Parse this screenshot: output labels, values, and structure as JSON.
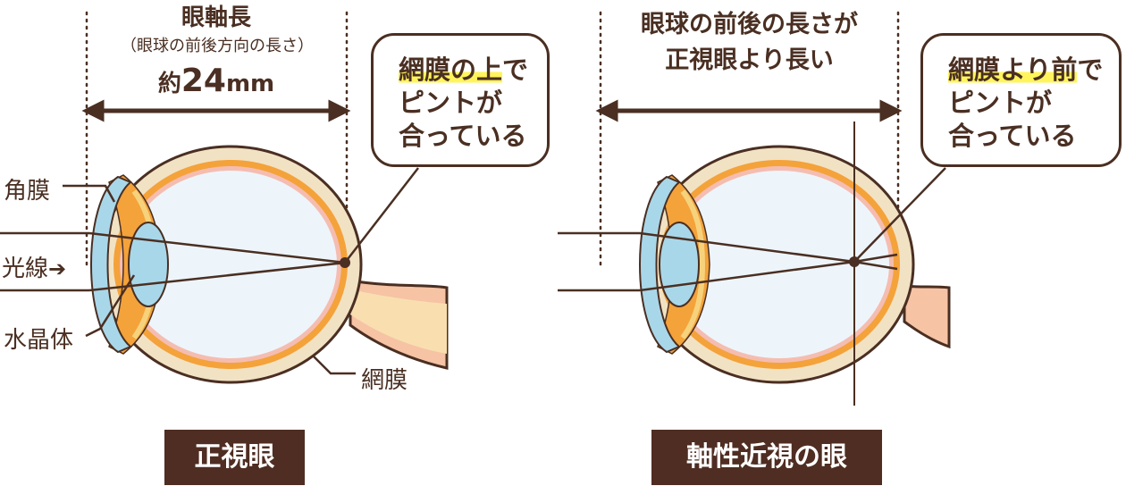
{
  "colors": {
    "ink": "#4a2f22",
    "sclera_outer": "#f2e2c4",
    "choroid": "#f4a23a",
    "retina": "#f5bdb1",
    "vitreous": "#edf5fb",
    "lens": "#a9d7ea",
    "cornea": "#a9d7ea",
    "optic_nerve": "#f7c6a7",
    "highlight": "#fff45c",
    "label_bg": "#4f2d22"
  },
  "normal_eye": {
    "axial_length_title": "眼軸長",
    "axial_length_note": "（眼球の前後方向の長さ）",
    "axial_length_value_prefix": "約",
    "axial_length_value_number": "24",
    "axial_length_value_unit": "mm",
    "bubble_highlight": "網膜の上",
    "bubble_line1_rest": "で",
    "bubble_line2": "ピントが",
    "bubble_line3": "合っている",
    "part_cornea": "角膜",
    "part_light": "光線",
    "part_lens": "水晶体",
    "part_retina": "網膜",
    "arrow_icon": "right-arrow-icon",
    "label": "正視眼"
  },
  "myopic_eye": {
    "length_line1": "眼球の前後の長さが",
    "length_line2": "正視眼より長い",
    "bubble_highlight": "網膜より前",
    "bubble_line1_rest": "で",
    "bubble_line2": "ピントが",
    "bubble_line3": "合っている",
    "label": "軸性近視の眼"
  }
}
